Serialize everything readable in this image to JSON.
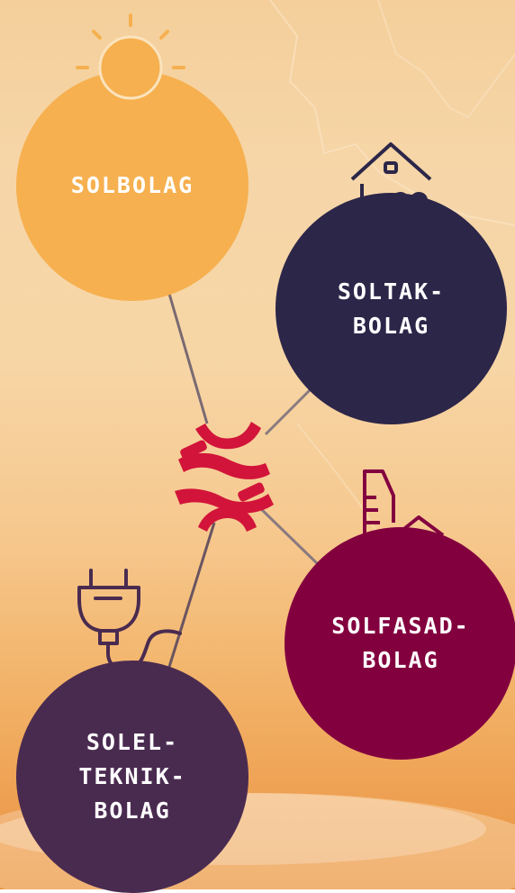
{
  "colors": {
    "sun": "#f6b04f",
    "navy": "#2c2649",
    "wine": "#83003f",
    "plum": "#4a2b50",
    "logo": "#d2143a",
    "sun_icon": "#f6b04f",
    "roof_icon": "#2c2649"
  },
  "nodes": [
    {
      "id": "solbolag",
      "label": "SOLBOLAG",
      "icon": "sun-icon"
    },
    {
      "id": "soltak",
      "label": "SOLTAK-\nBOLAG",
      "icon": "house-heart-icon"
    },
    {
      "id": "solfasad",
      "label": "SOLFASAD-\nBOLAG",
      "icon": "building-facade-icon"
    },
    {
      "id": "solel",
      "label": "SOLEL-\nTEKNIK-\nBOLAG",
      "icon": "plug-icon"
    }
  ],
  "center_logo": "s-logo-icon"
}
